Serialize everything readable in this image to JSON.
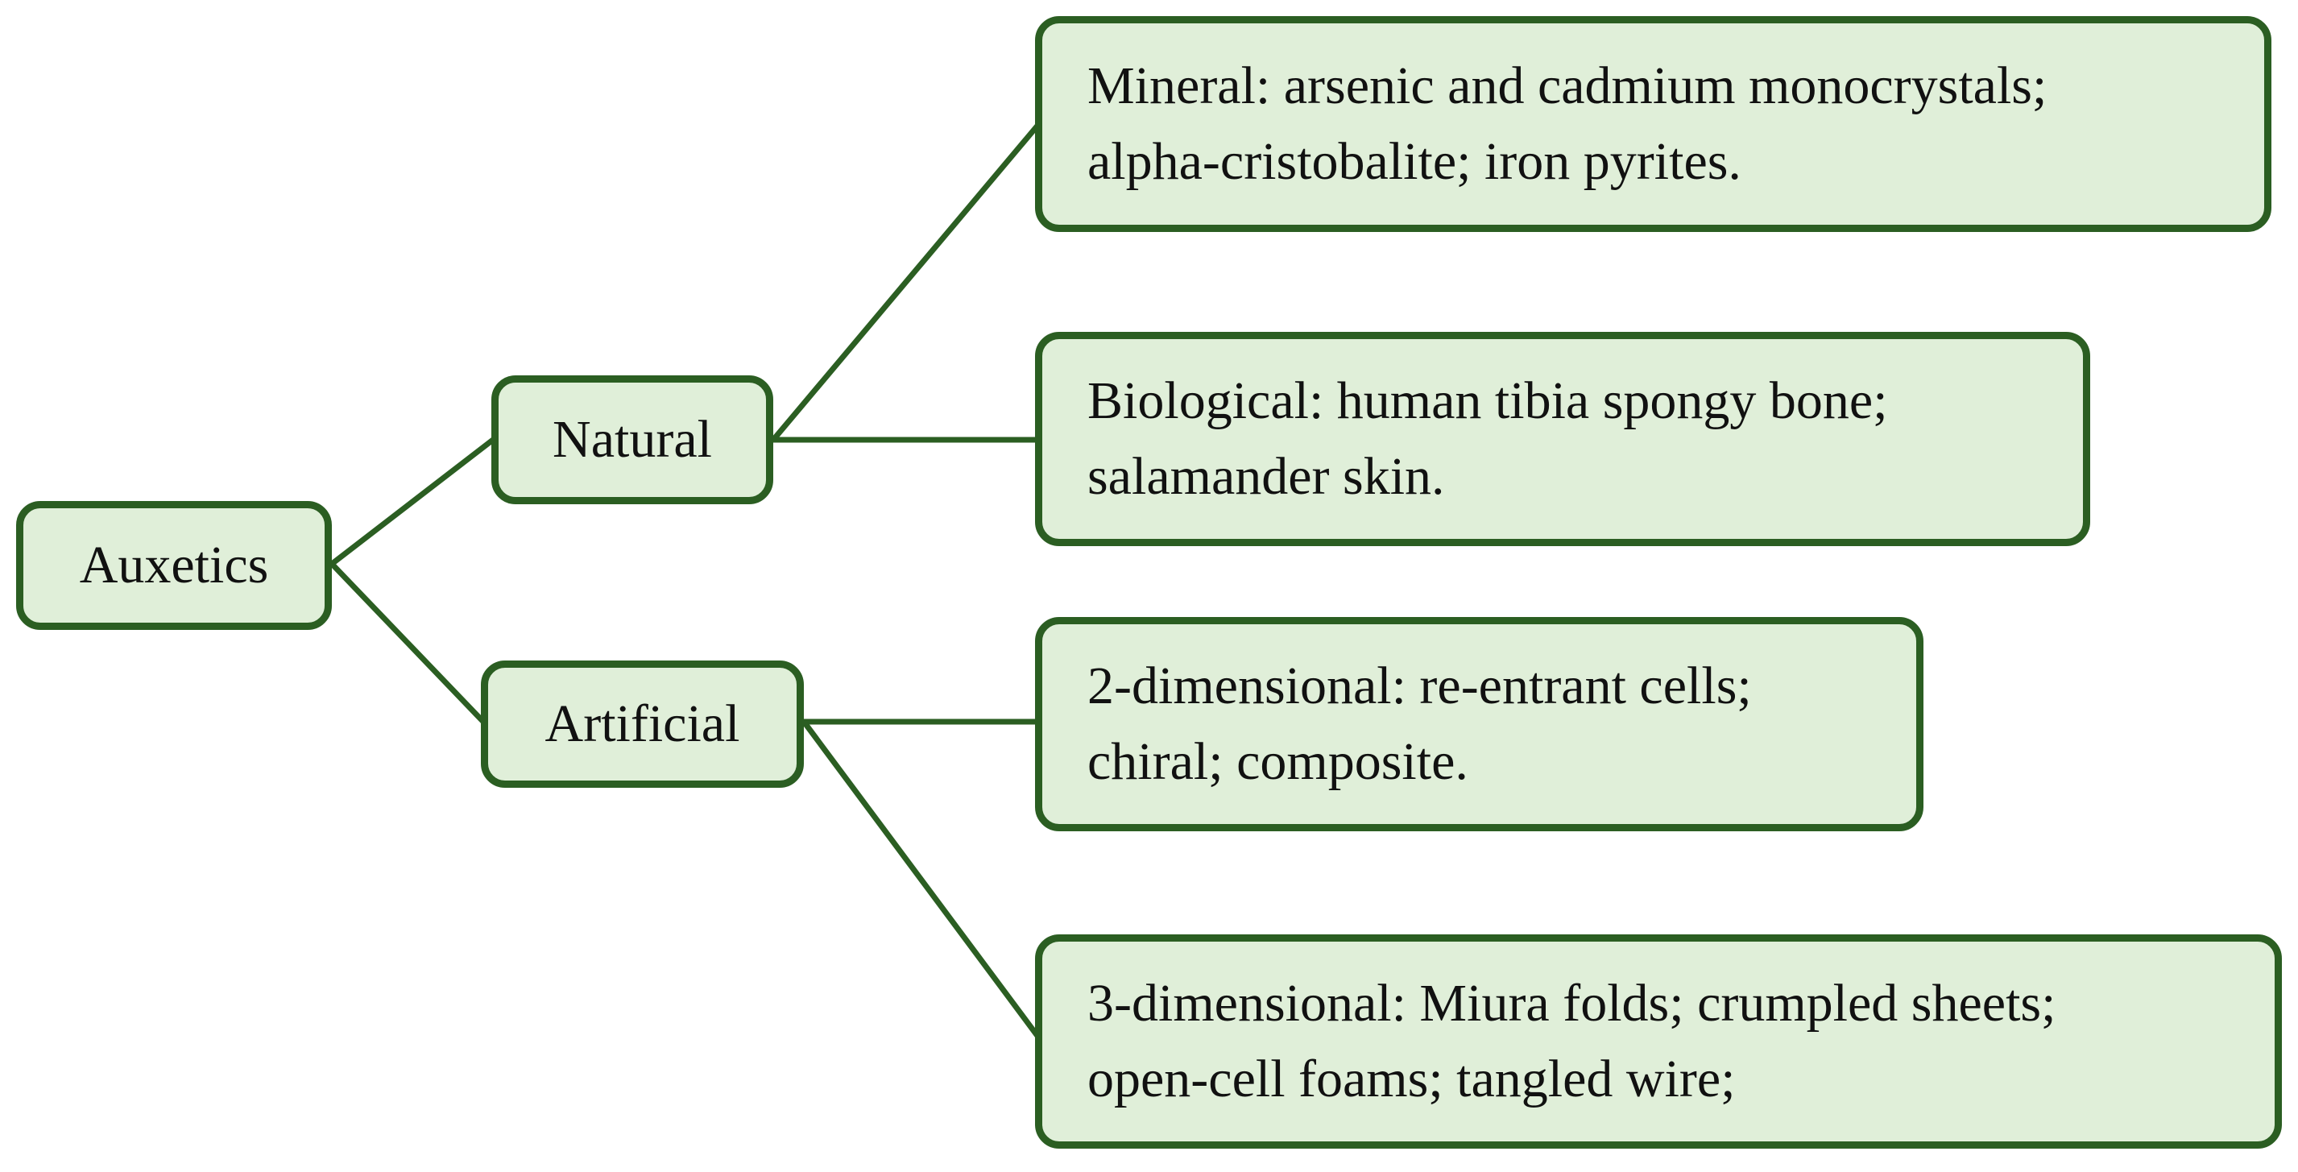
{
  "diagram": {
    "root": {
      "label": "Auxetics"
    },
    "branches": [
      {
        "label": "Natural",
        "children": [
          {
            "lines": [
              "Mineral: arsenic and cadmium monocrystals;",
              "alpha-cristobalite; iron pyrites."
            ]
          },
          {
            "lines": [
              "Biological: human tibia spongy bone;",
              "salamander skin."
            ]
          }
        ]
      },
      {
        "label": "Artificial",
        "children": [
          {
            "lines": [
              "2-dimensional: re-entrant cells;",
              "chiral; composite."
            ]
          },
          {
            "lines": [
              "3-dimensional: Miura folds; crumpled sheets;",
              "open-cell foams; tangled wire;"
            ]
          }
        ]
      }
    ],
    "colors": {
      "node_fill": "#e0efd9",
      "node_border": "#2b5e22",
      "connector": "#2b5e22",
      "text": "#111111"
    }
  }
}
